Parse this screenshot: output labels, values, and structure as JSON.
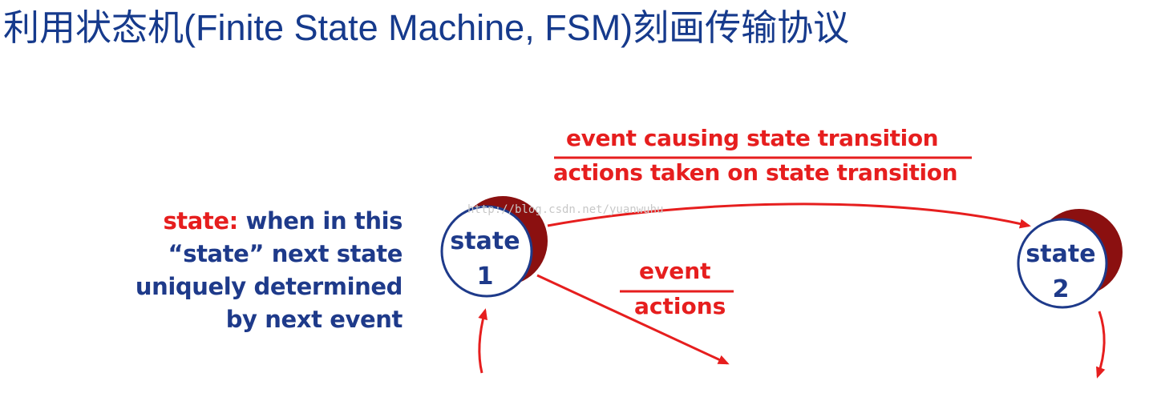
{
  "title": "利用状态机(Finite State Machine, FSM)刻画传输协议",
  "watermark": "http://blog.csdn.net/yuanwuhu",
  "top_label": {
    "event": "event causing state transition",
    "actions": "actions taken on state transition"
  },
  "mid_label": {
    "event": "event",
    "actions": "actions"
  },
  "state_description": {
    "keyword": "state:",
    "line1_rest": " when in this",
    "line2": "“state” next state",
    "line3": "uniquely determined",
    "line4": "by next event"
  },
  "states": [
    {
      "name": "state",
      "number": "1"
    },
    {
      "name": "state",
      "number": "2"
    }
  ],
  "colors": {
    "title": "#163a8c",
    "label_red": "#e61e1e",
    "label_blue": "#1e3a8a",
    "state_shadow": "#8b1010",
    "state_fill": "#ffffff",
    "state_border": "#1e3a8a"
  }
}
